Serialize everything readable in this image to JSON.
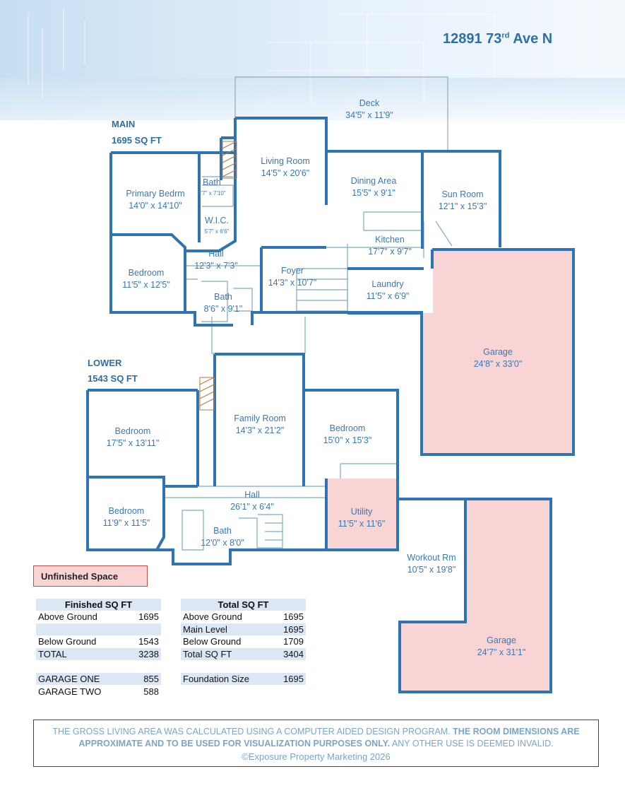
{
  "address": {
    "number_street": "12891 73",
    "ordinal": "rd",
    "suffix": "Ave N"
  },
  "levels": [
    {
      "name": "MAIN",
      "area": "1695 SQ FT"
    },
    {
      "name": "LOWER",
      "area": "1543 SQ FT"
    }
  ],
  "rooms": [
    {
      "name": "Deck",
      "dims": "34'5\" x 11'9\""
    },
    {
      "name": "Living Room",
      "dims": "14'5\" x 20'6\""
    },
    {
      "name": "Dining Area",
      "dims": "15'5\" x 9'1\""
    },
    {
      "name": "Sun Room",
      "dims": "12'1\" x 15'3\""
    },
    {
      "name": "Primary Bedrm",
      "dims": "14'0\" x 14'10\""
    },
    {
      "name": "Bath",
      "dims": "5'7\" x 7'10\""
    },
    {
      "name": "W.I.C.",
      "dims": "5'7\" x 6'6\""
    },
    {
      "name": "Kitchen",
      "dims": "17'7\" x 9'7\""
    },
    {
      "name": "Hall",
      "dims": "12'3\" x 7'3\""
    },
    {
      "name": "Foyer",
      "dims": "14'3\" x 10'7\""
    },
    {
      "name": "Bedroom",
      "dims": "11'5\" x 12'5\""
    },
    {
      "name": "Bath",
      "dims": "8'6\" x 9'1\""
    },
    {
      "name": "Laundry",
      "dims": "11'5\" x 6'9\""
    },
    {
      "name": "Garage",
      "dims": "24'8\" x 33'0\""
    },
    {
      "name": "Family Room",
      "dims": "14'3\" x 21'2\""
    },
    {
      "name": "Bedroom",
      "dims": "17'5\" x 13'11\""
    },
    {
      "name": "Bedroom",
      "dims": "15'0\" x 15'3\""
    },
    {
      "name": "Hall",
      "dims": "26'1\" x 6'4\""
    },
    {
      "name": "Bedroom",
      "dims": "11'9\" x 11'5\""
    },
    {
      "name": "Bath",
      "dims": "12'0\" x 8'0\""
    },
    {
      "name": "Utility",
      "dims": "11'5\" x 11'6\""
    },
    {
      "name": "Workout Rm",
      "dims": "10'5\" x 19'8\""
    },
    {
      "name": "Garage",
      "dims": "24'7\" x 31'1\""
    }
  ],
  "legend": {
    "unfinished_label": "Unfinished Space",
    "unfinished_color": "#f9d4d4"
  },
  "finished_table": {
    "header": "Finished SQ FT",
    "rows": [
      {
        "label": "Above Ground",
        "value": "1695"
      },
      {
        "label": "",
        "value": ""
      },
      {
        "label": "Below Ground",
        "value": "1543"
      },
      {
        "label": "TOTAL",
        "value": "3238"
      },
      {
        "label": "",
        "value": ""
      },
      {
        "label": "GARAGE ONE",
        "value": "855"
      },
      {
        "label": "GARAGE TWO",
        "value": "588"
      }
    ]
  },
  "total_table": {
    "header": "Total SQ  FT",
    "rows": [
      {
        "label": "Above Ground",
        "value": "1695"
      },
      {
        "label": "Main Level",
        "value": "1695"
      },
      {
        "label": "Below Ground",
        "value": "1709"
      },
      {
        "label": "Total SQ FT",
        "value": "3404"
      },
      {
        "label": "",
        "value": ""
      },
      {
        "label": "Foundation Size",
        "value": "1695"
      },
      {
        "label": "",
        "value": ""
      }
    ]
  },
  "disclaimer": {
    "part1": "THE GROSS LIVING AREA WAS CALCULATED USING A COMPUTER AIDED DESIGN PROGRAM. ",
    "part2": "THE ROOM DIMENSIONS ARE",
    "part3": "APPROXIMATE AND TO BE USED FOR VISUALIZATION PURPOSES ONLY.",
    "part4": " ANY OTHER USE IS DEEMED INVALID.",
    "copyright": "©Exposure Property Marketing 2026"
  },
  "colors": {
    "wall": "#2e73b3",
    "label": "#3a78b5",
    "unfinished": "#f9d4d4",
    "table_band": "#dce7f5"
  }
}
